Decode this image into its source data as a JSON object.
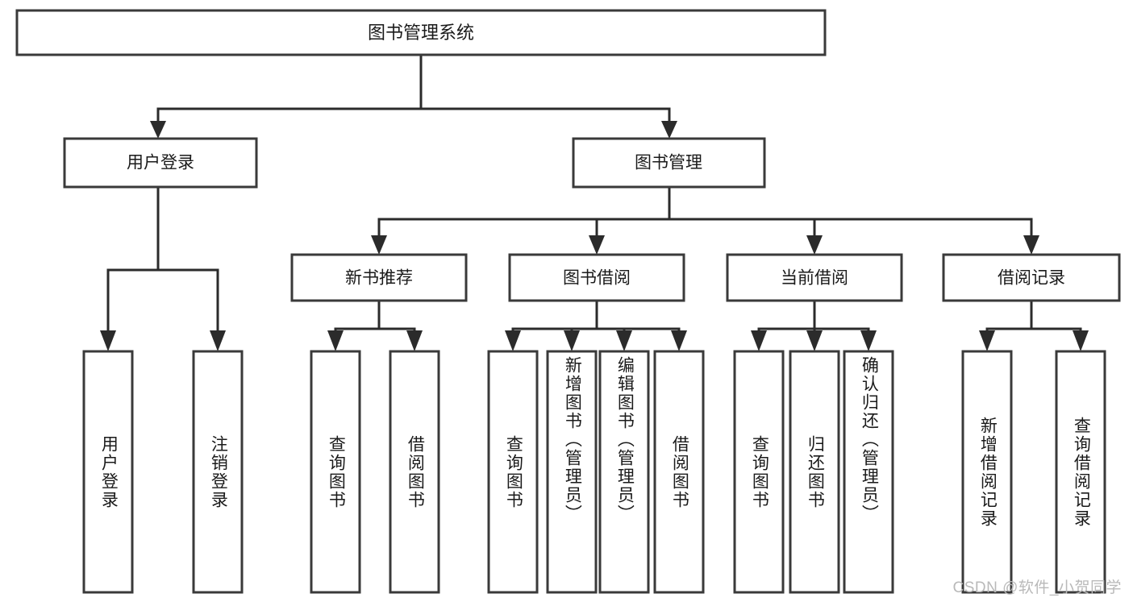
{
  "diagram": {
    "title_node": {
      "label": "图书管理系统"
    },
    "level2": [
      {
        "id": "user-login",
        "label": "用户登录"
      },
      {
        "id": "book-manage",
        "label": "图书管理"
      }
    ],
    "level3": [
      {
        "id": "new-book-recommend",
        "label": "新书推荐"
      },
      {
        "id": "book-borrow",
        "label": "图书借阅"
      },
      {
        "id": "current-borrow",
        "label": "当前借阅"
      },
      {
        "id": "borrow-record",
        "label": "借阅记录"
      }
    ],
    "leaves": {
      "user_login": [
        {
          "id": "leaf-user-login",
          "label": "用户登录"
        },
        {
          "id": "leaf-logout-login",
          "label": "注销登录"
        }
      ],
      "new_book_recommend": [
        {
          "id": "leaf-query-book-1",
          "label": "查询图书"
        },
        {
          "id": "leaf-borrow-book-1",
          "label": "借阅图书"
        }
      ],
      "book_borrow": [
        {
          "id": "leaf-query-book-2",
          "label": "查询图书"
        },
        {
          "id": "leaf-add-book",
          "label": "新增图书（管理员）"
        },
        {
          "id": "leaf-edit-book",
          "label": "编辑图书（管理员）"
        },
        {
          "id": "leaf-borrow-book-2",
          "label": "借阅图书"
        }
      ],
      "current_borrow": [
        {
          "id": "leaf-query-book-3",
          "label": "查询图书"
        },
        {
          "id": "leaf-return-book",
          "label": "归还图书"
        },
        {
          "id": "leaf-confirm-return",
          "label": "确认归还（管理员）"
        }
      ],
      "borrow_record": [
        {
          "id": "leaf-add-record",
          "label": "新增借阅记录"
        },
        {
          "id": "leaf-query-record",
          "label": "查询借阅记录"
        }
      ]
    }
  },
  "watermark": {
    "text": "CSDN @软件_小贺同学"
  },
  "colors": {
    "box_stroke": "#3a3a3a",
    "connector": "#2b2b2b",
    "text": "#1a1a1a",
    "background": "#ffffff",
    "watermark": "#b9b9b9"
  }
}
